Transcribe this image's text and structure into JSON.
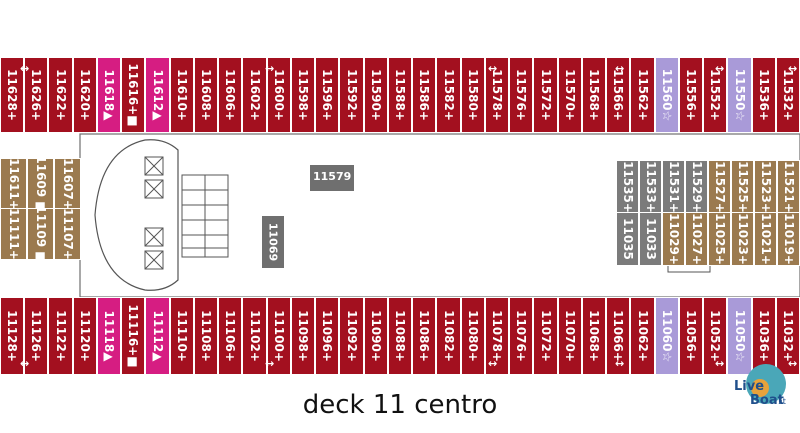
{
  "caption": "deck 11 centro",
  "logo": {
    "text_a": "Live",
    "text_b": "Boat",
    "text_c": ".it"
  },
  "colors": {
    "standard": "#a3101f",
    "accessible": "#d61d82",
    "suite": "#a99ad8",
    "inner": "#9b7a4f",
    "inner_grey": "#7b7b7b",
    "service": "#6f6f6f",
    "corridor": "#ffffff"
  },
  "top_row": [
    {
      "n": "11628+",
      "t": "standard"
    },
    {
      "n": "11626+",
      "t": "standard"
    },
    {
      "n": "11622+",
      "t": "standard"
    },
    {
      "n": "11620+",
      "t": "standard"
    },
    {
      "n": "11618▲",
      "t": "accessible"
    },
    {
      "n": "11616+■",
      "t": "standard"
    },
    {
      "n": "11612▲",
      "t": "accessible"
    },
    {
      "n": "11610+",
      "t": "standard"
    },
    {
      "n": "11608+",
      "t": "standard"
    },
    {
      "n": "11606+",
      "t": "standard"
    },
    {
      "n": "11602+",
      "t": "standard"
    },
    {
      "n": "11600+",
      "t": "standard"
    },
    {
      "n": "11598+",
      "t": "standard"
    },
    {
      "n": "11596+",
      "t": "standard"
    },
    {
      "n": "11592+",
      "t": "standard"
    },
    {
      "n": "11590+",
      "t": "standard"
    },
    {
      "n": "11588+",
      "t": "standard"
    },
    {
      "n": "11586+",
      "t": "standard"
    },
    {
      "n": "11582+",
      "t": "standard"
    },
    {
      "n": "11580+",
      "t": "standard"
    },
    {
      "n": "11578+",
      "t": "standard"
    },
    {
      "n": "11576+",
      "t": "standard"
    },
    {
      "n": "11572+",
      "t": "standard"
    },
    {
      "n": "11570+",
      "t": "standard"
    },
    {
      "n": "11568+",
      "t": "standard"
    },
    {
      "n": "11566+",
      "t": "standard"
    },
    {
      "n": "11562+",
      "t": "standard"
    },
    {
      "n": "11560☆",
      "t": "suite"
    },
    {
      "n": "11556+",
      "t": "standard"
    },
    {
      "n": "11552+",
      "t": "standard"
    },
    {
      "n": "11550☆",
      "t": "suite"
    },
    {
      "n": "11536+",
      "t": "standard"
    },
    {
      "n": "11532+",
      "t": "standard"
    }
  ],
  "bottom_row": [
    {
      "n": "11128+",
      "t": "standard"
    },
    {
      "n": "11126+",
      "t": "standard"
    },
    {
      "n": "11122+",
      "t": "standard"
    },
    {
      "n": "11120+",
      "t": "standard"
    },
    {
      "n": "11118▲",
      "t": "accessible"
    },
    {
      "n": "11116+■",
      "t": "standard"
    },
    {
      "n": "11112▲",
      "t": "accessible"
    },
    {
      "n": "11110+",
      "t": "standard"
    },
    {
      "n": "11108+",
      "t": "standard"
    },
    {
      "n": "11106+",
      "t": "standard"
    },
    {
      "n": "11102+",
      "t": "standard"
    },
    {
      "n": "11100+",
      "t": "standard"
    },
    {
      "n": "11098+",
      "t": "standard"
    },
    {
      "n": "11096+",
      "t": "standard"
    },
    {
      "n": "11092+",
      "t": "standard"
    },
    {
      "n": "11090+",
      "t": "standard"
    },
    {
      "n": "11088+",
      "t": "standard"
    },
    {
      "n": "11086+",
      "t": "standard"
    },
    {
      "n": "11082+",
      "t": "standard"
    },
    {
      "n": "11080+",
      "t": "standard"
    },
    {
      "n": "11078+",
      "t": "standard"
    },
    {
      "n": "11076+",
      "t": "standard"
    },
    {
      "n": "11072+",
      "t": "standard"
    },
    {
      "n": "11070+",
      "t": "standard"
    },
    {
      "n": "11068+",
      "t": "standard"
    },
    {
      "n": "11066+",
      "t": "standard"
    },
    {
      "n": "11062+",
      "t": "standard"
    },
    {
      "n": "11060☆",
      "t": "suite"
    },
    {
      "n": "11056+",
      "t": "standard"
    },
    {
      "n": "11052+",
      "t": "standard"
    },
    {
      "n": "11050☆",
      "t": "suite"
    },
    {
      "n": "11036+",
      "t": "standard"
    },
    {
      "n": "11032+",
      "t": "standard"
    }
  ],
  "inner_left": [
    {
      "n": "11611+",
      "t": "inner"
    },
    {
      "n": "11111+",
      "t": "inner"
    },
    {
      "n": "11609 ■",
      "t": "inner"
    },
    {
      "n": "11109 ■",
      "t": "inner"
    },
    {
      "n": "11607+",
      "t": "inner"
    },
    {
      "n": "11107+",
      "t": "inner"
    }
  ],
  "inner_right": [
    {
      "n": "11535+",
      "t": "inner_grey"
    },
    {
      "n": "11035",
      "t": "inner_grey"
    },
    {
      "n": "11533+",
      "t": "inner_grey"
    },
    {
      "n": "11033",
      "t": "inner_grey"
    },
    {
      "n": "11531+",
      "t": "inner_grey"
    },
    {
      "n": "11029+",
      "t": "inner"
    },
    {
      "n": "11529+",
      "t": "inner_grey"
    },
    {
      "n": "11027+",
      "t": "inner"
    },
    {
      "n": "11527+",
      "t": "inner"
    },
    {
      "n": "11025+",
      "t": "inner"
    },
    {
      "n": "11525+",
      "t": "inner"
    },
    {
      "n": "11023+",
      "t": "inner"
    },
    {
      "n": "11523+",
      "t": "inner"
    },
    {
      "n": "11021+",
      "t": "inner"
    },
    {
      "n": "11521+",
      "t": "inner"
    },
    {
      "n": "11019+",
      "t": "inner"
    }
  ],
  "service_labels": {
    "a": "11579",
    "b": "11069"
  }
}
